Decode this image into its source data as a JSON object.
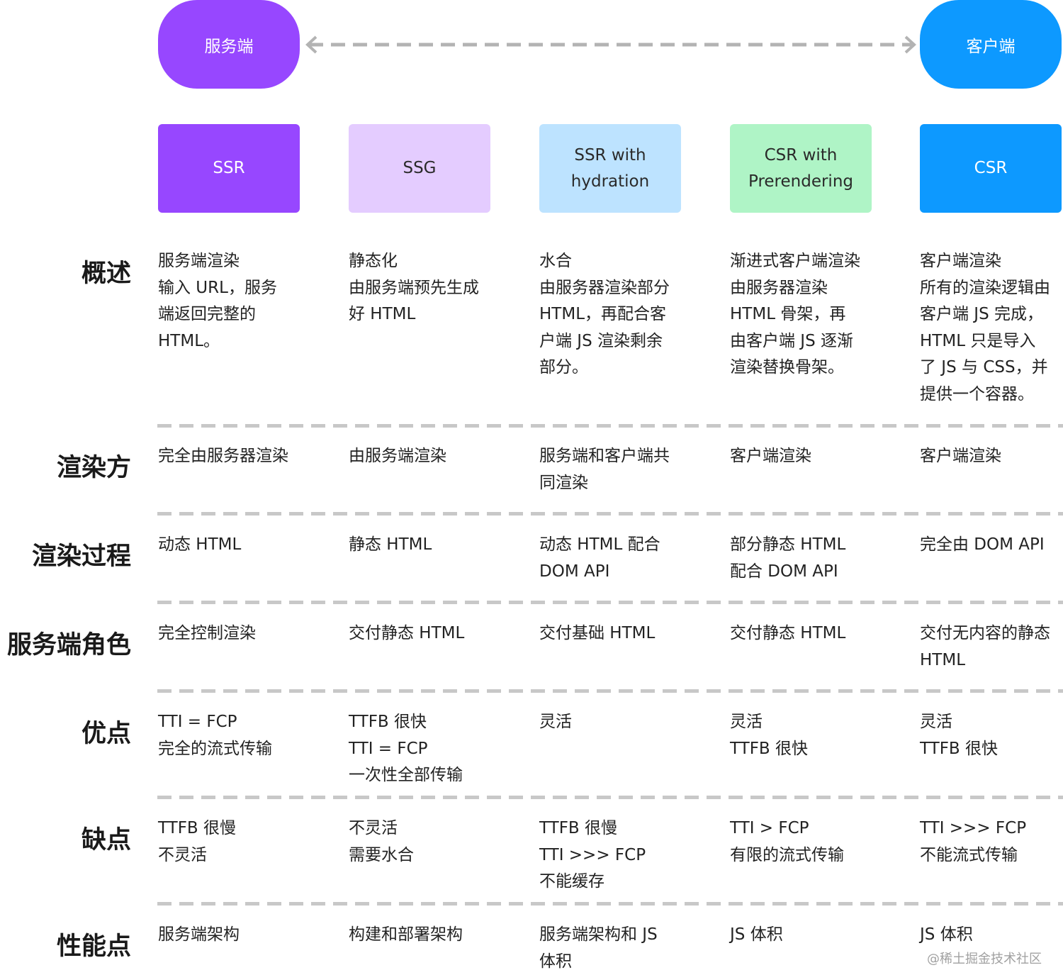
{
  "ends": {
    "server": "服务端",
    "client": "客户端"
  },
  "colors": {
    "server": "#9747ff",
    "client": "#0d99ff"
  },
  "modes": [
    {
      "label": "SSR",
      "bg": "#9747ff",
      "fg": "#ffffff"
    },
    {
      "label": "SSG",
      "bg": "#e4ccff",
      "fg": "#2a2a2a"
    },
    {
      "label": "SSR with hydration",
      "bg": "#bde3ff",
      "fg": "#2a2a2a"
    },
    {
      "label": "CSR with Prerendering",
      "bg": "#aff4c6",
      "fg": "#2a2a2a"
    },
    {
      "label": "CSR",
      "bg": "#0d99ff",
      "fg": "#ffffff"
    }
  ],
  "rows": [
    {
      "label": "概述",
      "cells": [
        "服务端渲染\n输入 URL，服务\n端返回完整的\nHTML。",
        "静态化\n由服务端预先生成\n好 HTML",
        "水合\n由服务器渲染部分\nHTML，再配合客\n户端 JS 渲染剩余\n部分。",
        "渐进式客户端渲染\n由服务器渲染\nHTML 骨架，再\n由客户端 JS 逐渐\n渲染替换骨架。",
        "客户端渲染\n所有的渲染逻辑由\n客户端 JS 完成，\nHTML 只是导入\n了 JS 与 CSS，并\n提供一个容器。"
      ]
    },
    {
      "label": "渲染方",
      "cells": [
        "完全由服务器渲染",
        "由服务端渲染",
        "服务端和客户端共\n同渲染",
        "客户端渲染",
        "客户端渲染"
      ]
    },
    {
      "label": "渲染过程",
      "cells": [
        "动态 HTML",
        "静态 HTML",
        "动态 HTML 配合\nDOM API",
        "部分静态 HTML\n配合 DOM API",
        "完全由 DOM API"
      ]
    },
    {
      "label": "服务端角色",
      "cells": [
        "完全控制渲染",
        "交付静态 HTML",
        "交付基础 HTML",
        "交付静态 HTML",
        "交付无内容的静态\nHTML"
      ]
    },
    {
      "label": "优点",
      "cells": [
        "TTI = FCP\n完全的流式传输",
        "TTFB 很快\nTTI = FCP\n一次性全部传输",
        "灵活",
        "灵活\nTTFB 很快",
        "灵活\nTTFB 很快"
      ]
    },
    {
      "label": "缺点",
      "cells": [
        "TTFB 很慢\n不灵活",
        "不灵活\n需要水合",
        "TTFB 很慢\nTTI >>> FCP\n不能缓存",
        "TTI > FCP\n有限的流式传输",
        "TTI >>> FCP\n不能流式传输"
      ]
    },
    {
      "label": "性能点",
      "cells": [
        "服务端架构",
        "构建和部署架构",
        "服务端架构和 JS\n体积",
        "JS 体积",
        "JS 体积"
      ]
    }
  ],
  "watermark": "@稀土掘金技术社区"
}
